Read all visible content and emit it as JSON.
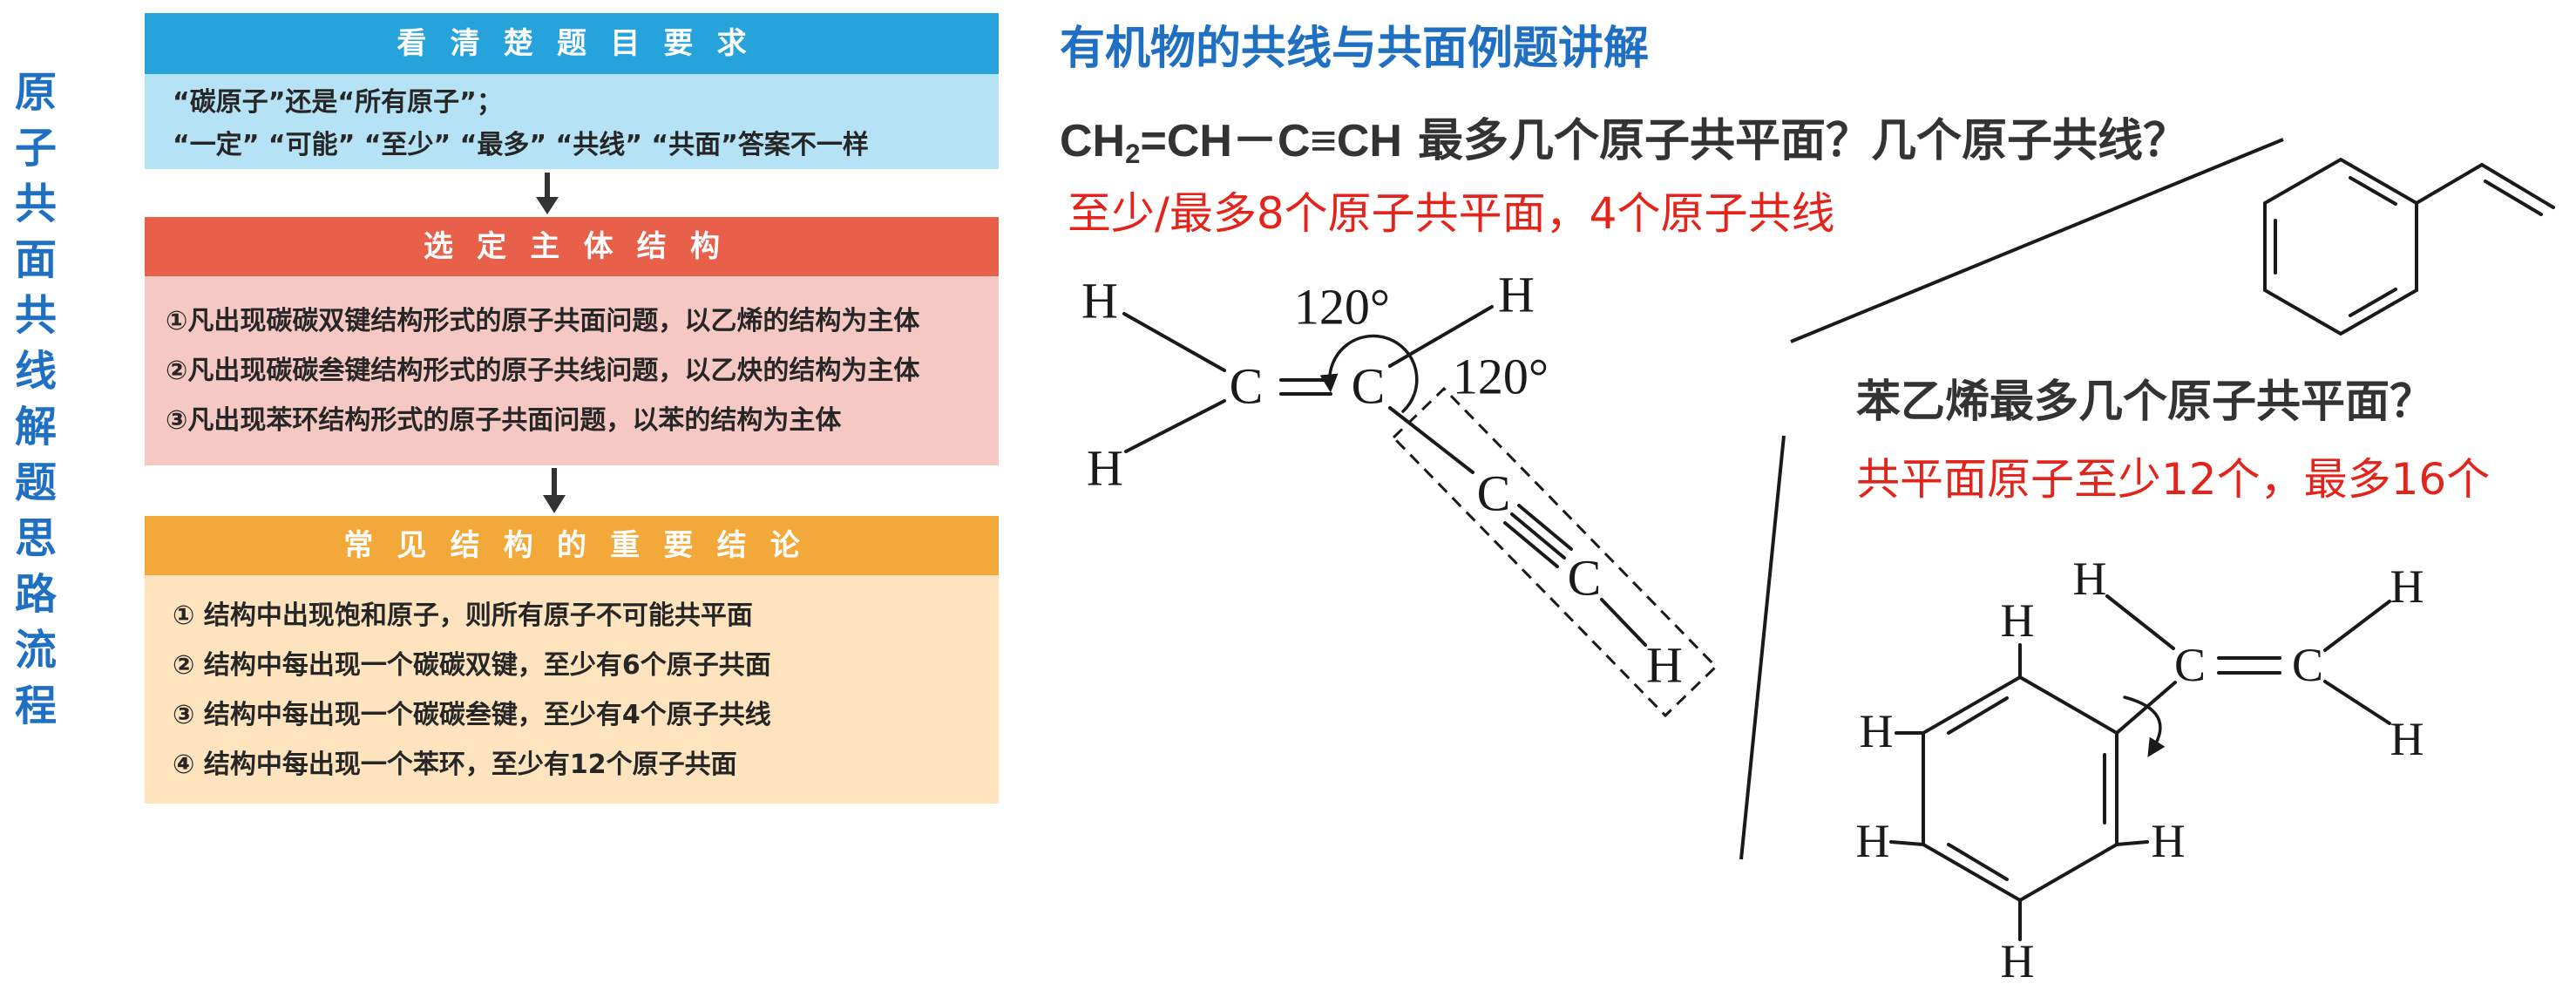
{
  "sidebar_title": "原子共面共线解题思路流程",
  "flow": [
    {
      "header": "看清楚题目要求",
      "lines": [
        "“碳原子”还是“所有原子”；",
        "“一定” “可能” “至少” “最多” “共线” “共面”答案不一样"
      ]
    },
    {
      "header": "选定主体结构",
      "lines": [
        "①凡出现碳碳双键结构形式的原子共面问题，以乙烯的结构为主体",
        "②凡出现碳碳叁键结构形式的原子共线问题，以乙炔的结构为主体",
        "③凡出现苯环结构形式的原子共面问题，以苯的结构为主体"
      ]
    },
    {
      "header": "常见结构的重要结论",
      "lines": [
        "① 结构中出现饱和原子，则所有原子不可能共平面",
        "② 结构中每出现一个碳碳双键，至少有6个原子共面",
        "③ 结构中每出现一个碳碳叁键，至少有4个原子共线",
        "④ 结构中每出现一个苯环，至少有12个原子共面"
      ]
    }
  ],
  "example1": {
    "title": "有机物的共线与共面例题讲解",
    "formula": {
      "base": "CH",
      "sub": "2",
      "rest": "=CH－C≡CH"
    },
    "question": "最多几个原子共平面？几个原子共线？",
    "answer": "至少/最多8个原子共平面，4个原子共线",
    "atoms": [
      "H",
      "C",
      "C",
      "H",
      "H",
      "C",
      "C",
      "H"
    ],
    "angles": [
      "120°",
      "120°"
    ]
  },
  "example2": {
    "question": "苯乙烯最多几个原子共平面？",
    "answer": "共平面原子至少12个，最多16个",
    "atoms": [
      "H",
      "H",
      "H",
      "H",
      "H",
      "C",
      "C",
      "H",
      "H",
      "H"
    ]
  },
  "colors": {
    "title_blue": "#1f6fc2",
    "answer_red": "#e3241b",
    "header_blue": "#27a3dc",
    "header_red": "#e8604a",
    "header_orange": "#f3a93a"
  }
}
